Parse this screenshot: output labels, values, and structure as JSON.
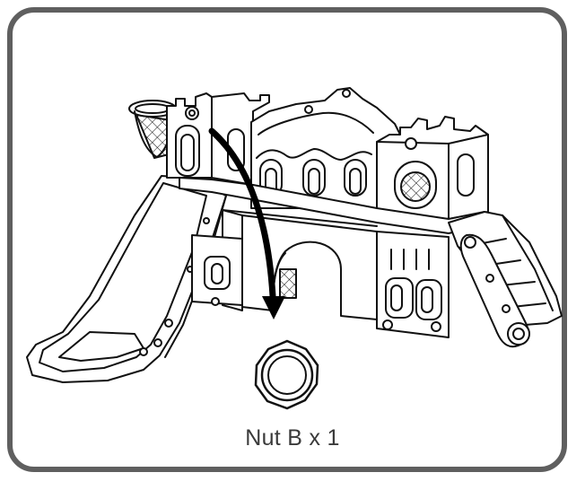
{
  "caption": "Nut B x 1",
  "colors": {
    "frame": "#5f5f5f",
    "line": "#111111",
    "arrow": "#000000"
  },
  "parts": {
    "structure": "castle-playset",
    "hardware": "hex-nut",
    "indicator": "curved-arrow-down"
  }
}
